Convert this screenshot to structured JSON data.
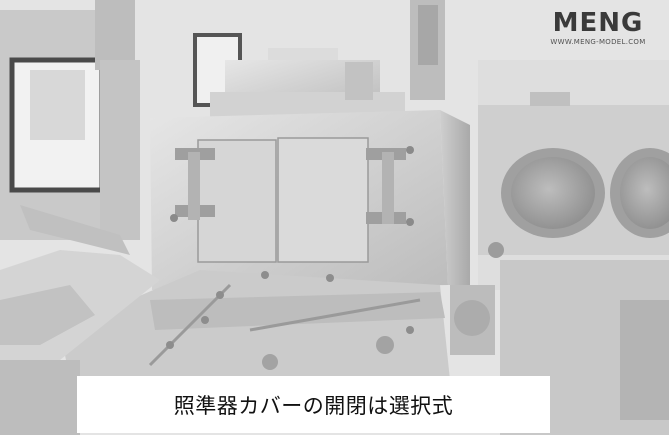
{
  "logo": {
    "wordmark": "MENG",
    "url": "WWW.MENG-MODEL.COM"
  },
  "caption": {
    "text": "照準器カバーの開閉は選択式"
  },
  "colors": {
    "caption_background": "#ffffff",
    "caption_text": "#111111",
    "logo_text": "#3a3a3a"
  }
}
